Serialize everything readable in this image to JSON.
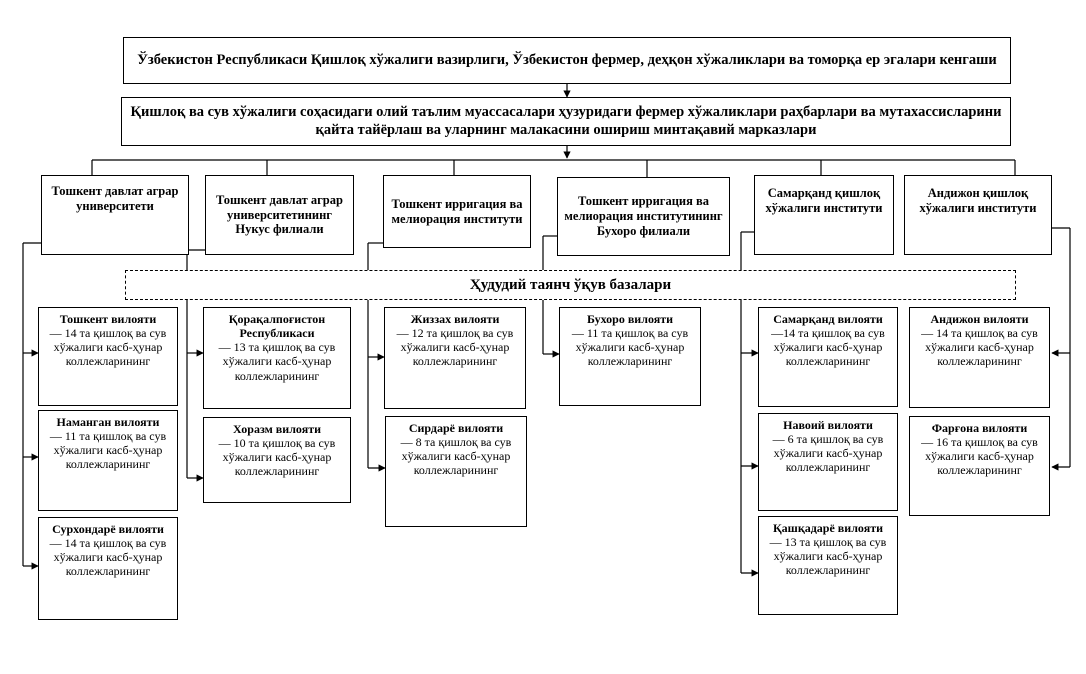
{
  "ministry": "Ўзбекистон Республикаси Қишлоқ хўжалиги вазирлиги, Ўзбекистон фермер, деҳқон хўжаликлари ва томорқа ер эгалари кенгаши",
  "regional_centers": "Қишлоқ ва сув хўжалиги соҳасидаги олий таълим муассасалари ҳузуридаги фермер хўжаликлари раҳбарлари ва мутахассисларини қайта тайёрлаш ва уларнинг малакасини ошириш минтақавий марказлари",
  "institutions": [
    "Тошкент давлат аграр университети",
    "Тошкент давлат аграр университетининг Нукус филиали",
    "Тошкент ирригация ва мелиорация институти",
    "Тошкент ирригация ва мелиорация институтининг Бухоро филиали",
    "Самарқанд қишлоқ хўжалиги институти",
    "Андижон қишлоқ хўжалиги институти"
  ],
  "bases_title": "Ҳудудий таянч ўқув базалари",
  "regions": [
    {
      "name": "Тошкент вилояти",
      "desc": "— 14 та қишлоқ ва сув хўжалиги касб-ҳунар коллежларининг"
    },
    {
      "name": "Наманган вилояти",
      "desc": "— 11 та қишлоқ ва сув хўжалиги касб-ҳунар коллежларининг"
    },
    {
      "name": "Сурхондарё вилояти",
      "desc": "— 14 та қишлоқ ва сув хўжалиги касб-ҳунар коллежларининг"
    },
    {
      "name": "Қорақалпоғистон Республикаси",
      "desc": "— 13 та қишлоқ ва сув хўжалиги касб-ҳунар коллежларининг"
    },
    {
      "name": "Хоразм вилояти",
      "desc": "— 10 та қишлоқ ва сув хўжалиги касб-ҳунар коллежларининг"
    },
    {
      "name": "Жиззах вилояти",
      "desc": "— 12 та қишлоқ ва сув хўжалиги касб-ҳунар коллежларининг"
    },
    {
      "name": "Сирдарё вилояти",
      "desc": "— 8 та қишлоқ ва сув хўжалиги касб-ҳунар коллежларининг"
    },
    {
      "name": "Бухоро вилояти",
      "desc": "— 11 та қишлоқ ва сув хўжалиги касб-ҳунар коллежларининг"
    },
    {
      "name": "Самарқанд вилояти",
      "desc": "—14 та қишлоқ ва сув хўжалиги касб-ҳунар коллежларининг"
    },
    {
      "name": "Навоий вилояти",
      "desc": "— 6 та қишлоқ ва сув хўжалиги касб-ҳунар коллежларининг"
    },
    {
      "name": "Қашқадарё вилояти",
      "desc": "— 13 та қишлоқ ва сув хўжалиги касб-ҳунар коллежларининг"
    },
    {
      "name": "Андижон вилояти",
      "desc": "— 14 та қишлоқ ва сув хўжалиги касб-ҳунар коллежларининг"
    },
    {
      "name": "Фарғона вилояти",
      "desc": "— 16 та қишлоқ ва сув хўжалиги касб-ҳунар коллежларининг"
    }
  ]
}
